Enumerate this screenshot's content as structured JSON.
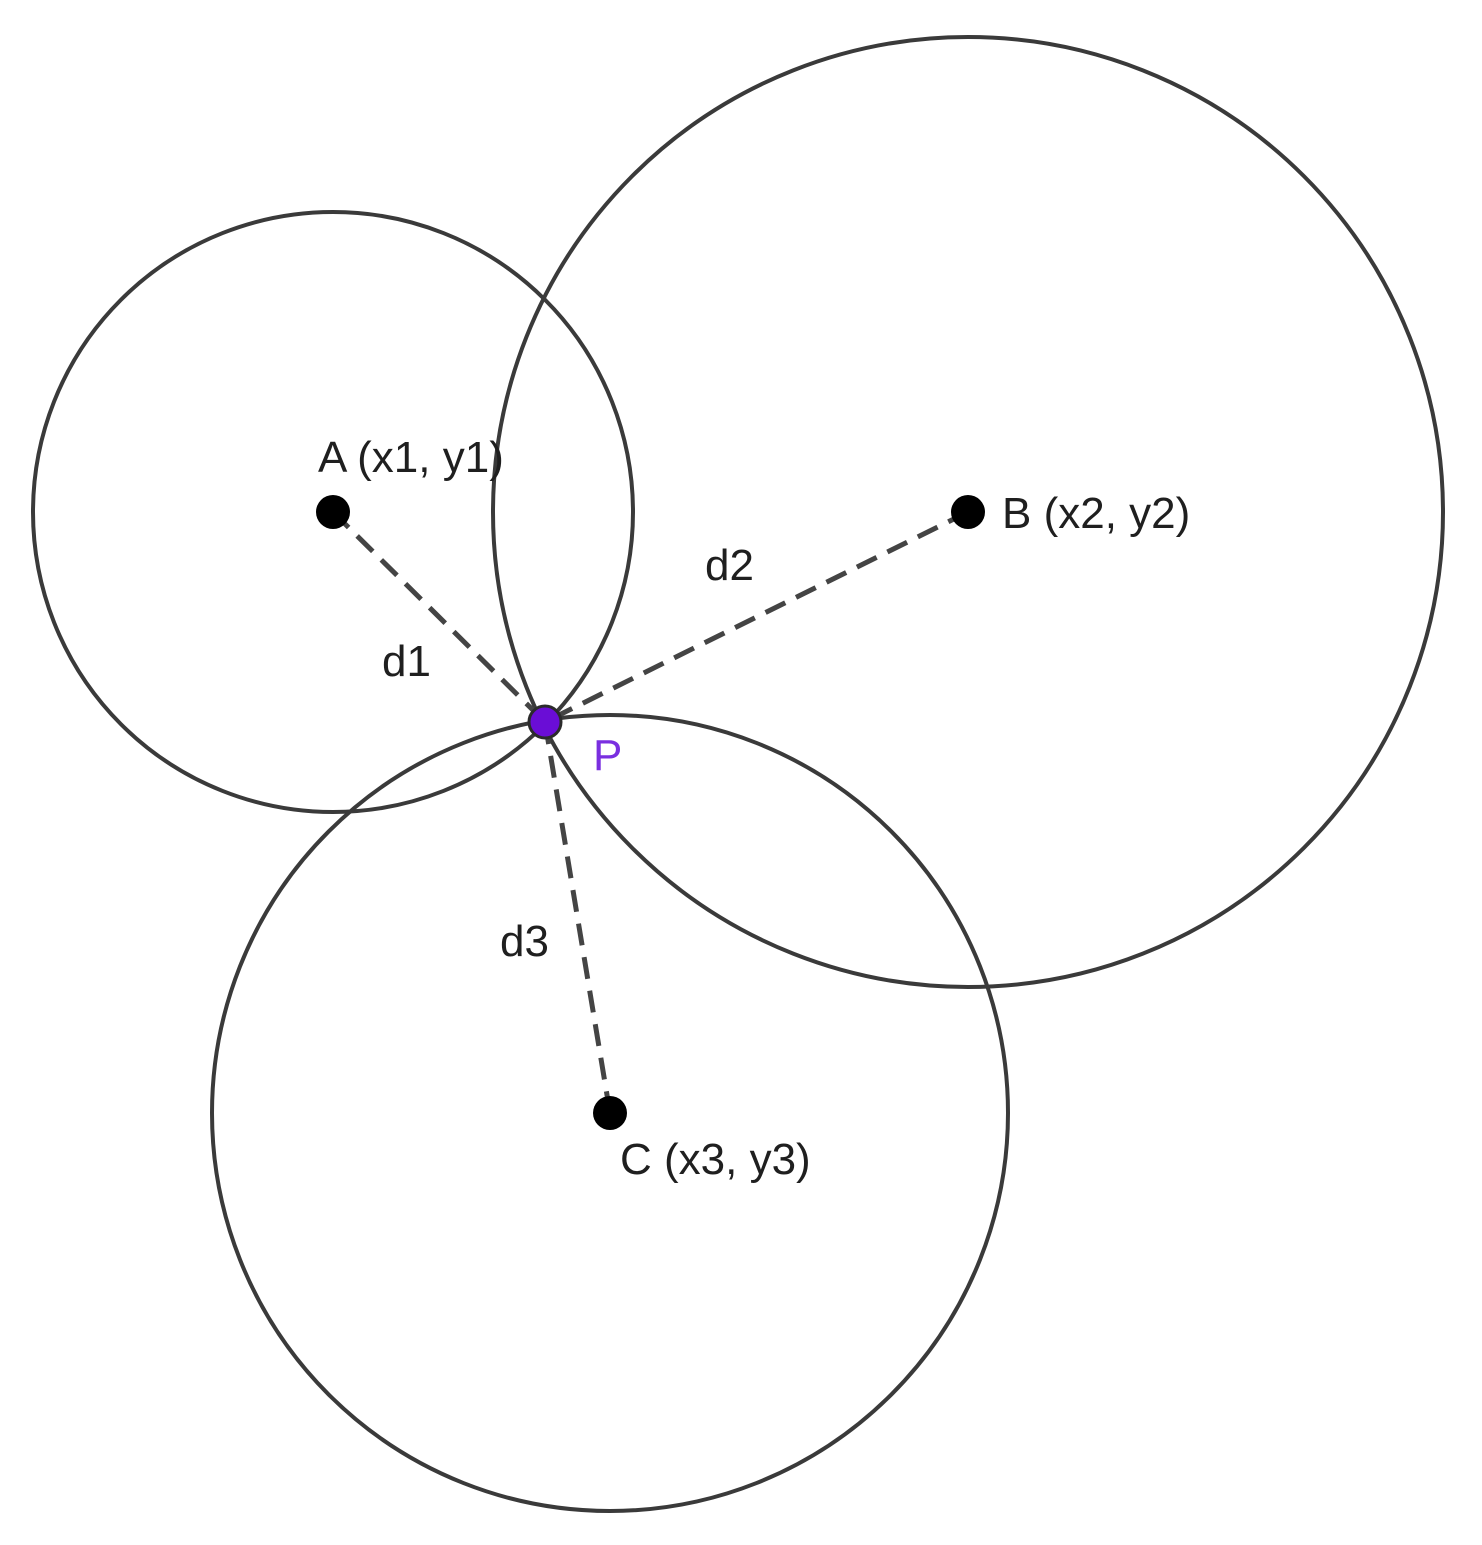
{
  "colors": {
    "stroke": "#3a3a3a",
    "dash": "#444444",
    "point": "#000000",
    "special_point_fill": "#6a0dd6",
    "special_point_label": "#7a2fe0"
  },
  "points": {
    "A": {
      "label": "A (x1, y1)"
    },
    "B": {
      "label": "B (x2, y2)"
    },
    "C": {
      "label": "C (x3, y3)"
    },
    "P": {
      "label": "P"
    }
  },
  "segments": {
    "d1": "d1",
    "d2": "d2",
    "d3": "d3"
  }
}
